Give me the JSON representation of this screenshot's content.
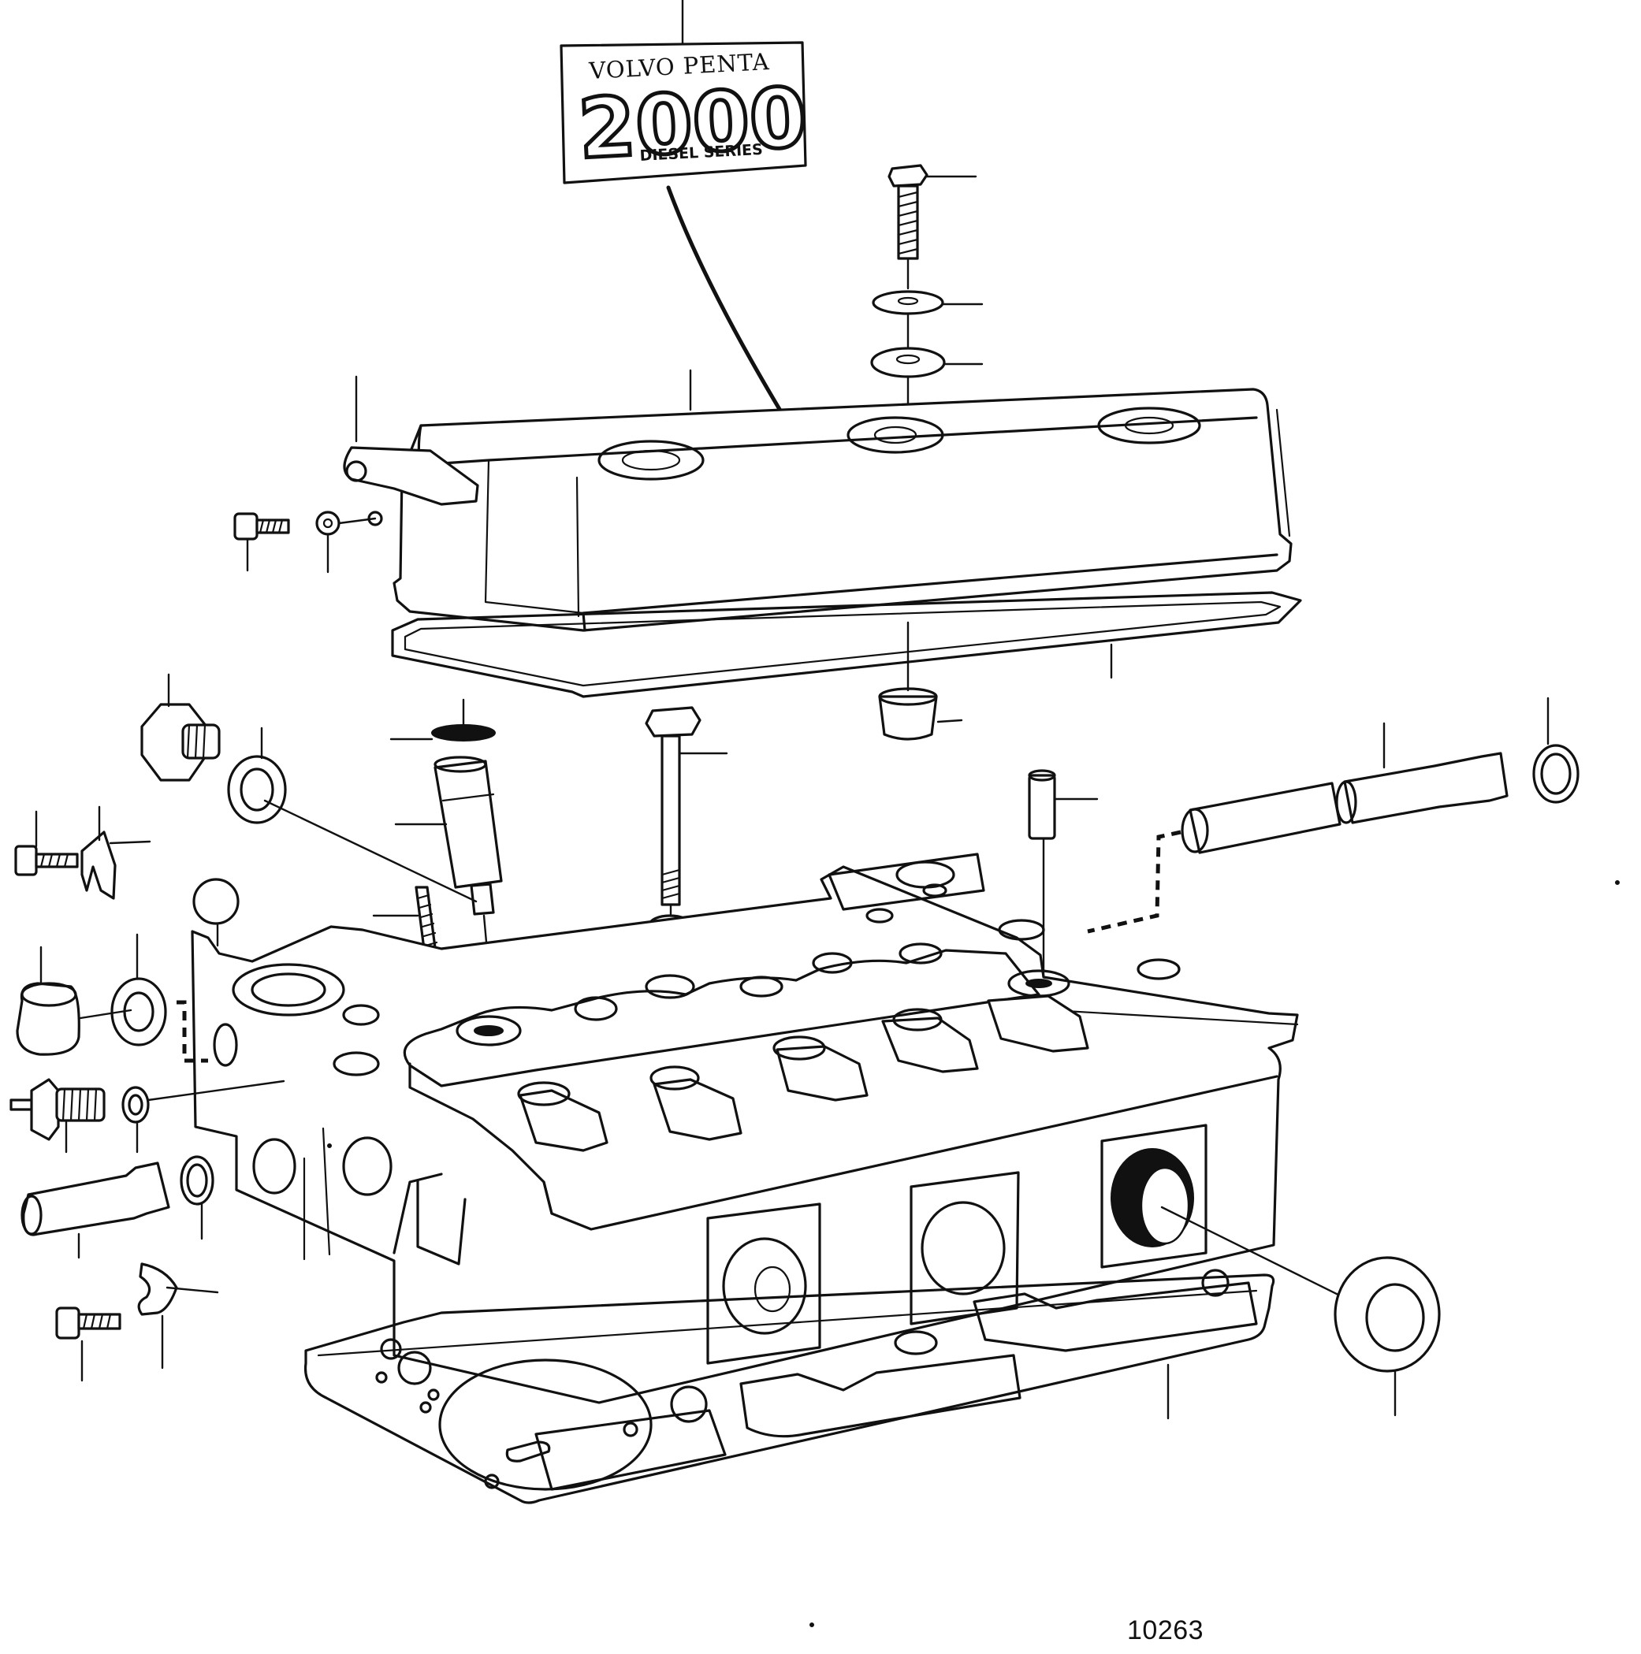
{
  "badge": {
    "brand": "VOLVO PENTA",
    "series_number": "2000",
    "series_label": "DIESEL SERIES"
  },
  "reference_number": "10263",
  "colors": {
    "ink": "#111111",
    "background": "#ffffff"
  }
}
